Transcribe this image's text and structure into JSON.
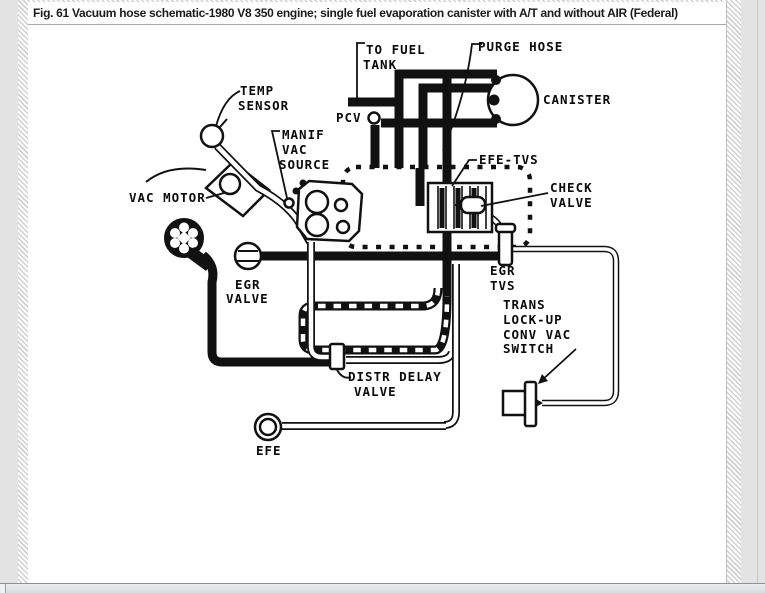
{
  "window": {
    "title": "Fig. 61 Vacuum hose schematic-1980 V8 350 engine; single fuel evaporation canister with A/T and without AIR (Federal)"
  },
  "diagram": {
    "ink_color": "#111111",
    "labels": {
      "to_fuel_tank": {
        "line1": "TO FUEL",
        "line2": "TANK"
      },
      "purge_hose": {
        "line1": "PURGE HOSE"
      },
      "canister": {
        "line1": "CANISTER"
      },
      "pcv": {
        "line1": "PCV"
      },
      "temp_sensor": {
        "line1": "TEMP",
        "line2": "SENSOR"
      },
      "manif_vac_source": {
        "line1": "MANIF",
        "line2": "VAC",
        "line3": "SOURCE"
      },
      "vac_motor": {
        "line1": "VAC MOTOR"
      },
      "efe_tvs": {
        "line1": "EFE-TVS"
      },
      "check_valve": {
        "line1": "CHECK",
        "line2": "VALVE"
      },
      "egr_valve": {
        "line1": "EGR",
        "line2": "VALVE"
      },
      "egr_tvs": {
        "line1": "EGR",
        "line2": "TVS"
      },
      "trans_lockup_switch": {
        "line1": "TRANS",
        "line2": "LOCK-UP",
        "line3": "CONV VAC",
        "line4": "SWITCH"
      },
      "distr_delay_valve": {
        "line1": "DISTR DELAY",
        "line2": "VALVE"
      },
      "efe": {
        "line1": "EFE"
      }
    }
  }
}
